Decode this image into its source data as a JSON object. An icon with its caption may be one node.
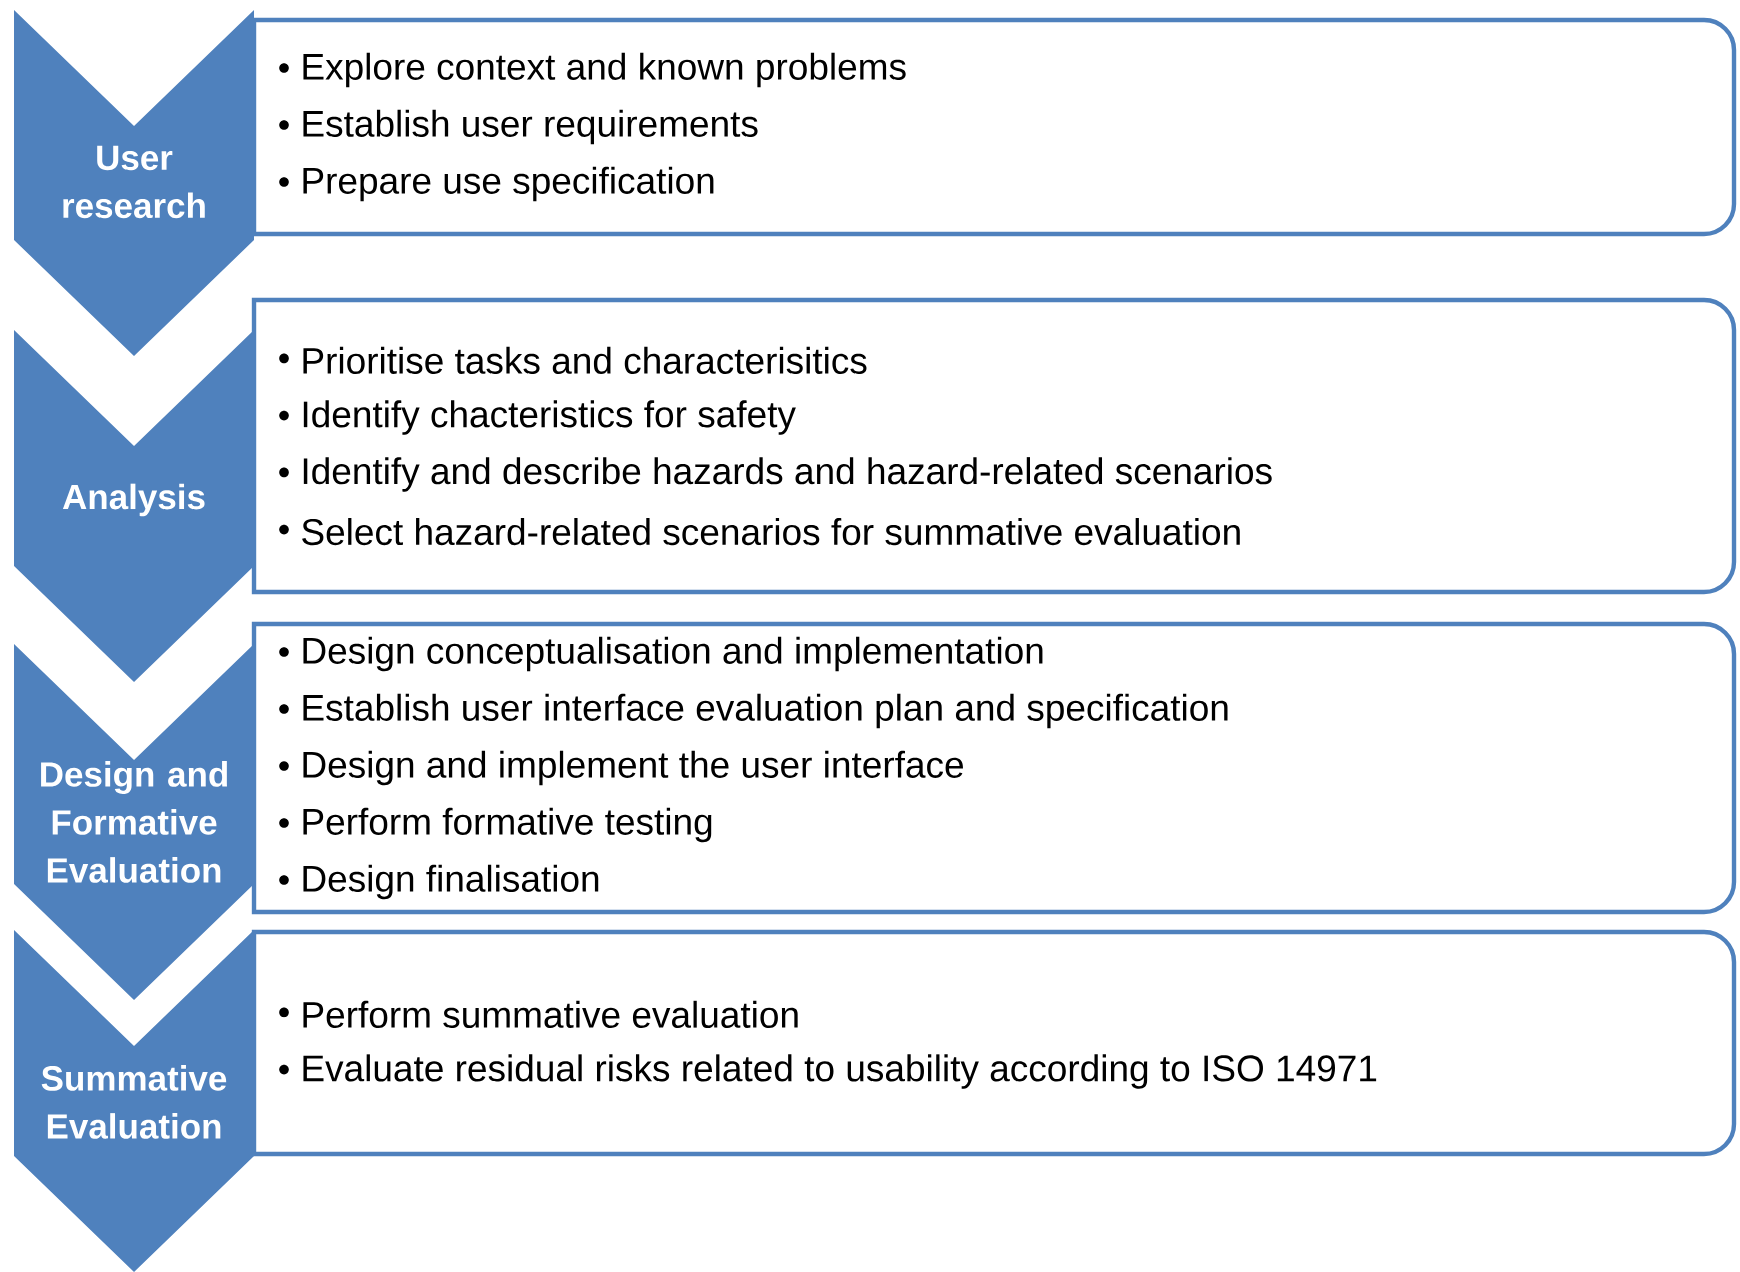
{
  "diagram": {
    "nodes": [
      {
        "text": [
          "User research"
        ]
      },
      {
        "text": [
          "Explore context and known problems",
          "Establish user requirements",
          "Prepare use specification"
        ]
      },
      {
        "text": [
          "Analysis"
        ]
      },
      {
        "text": [
          "Prioritise tasks and characterisitics",
          "Identify chacteristics for safety",
          "Identify and describe hazards and hazard-related scenarios",
          "Select hazard-related scenarios for summative evaluation"
        ]
      },
      {
        "text": [
          "Design and Formative Evaluation"
        ]
      },
      {
        "text": [
          "Design conceptualisation and implementation",
          "Establish user interface evaluation plan and specification",
          "Design and implement the user interface",
          "Perform formative testing",
          "Design finalisation"
        ]
      },
      {
        "text": [
          "Summative Evaluation"
        ]
      },
      {
        "text": [
          "Perform summative evaluation",
          "Evaluate residual risks related to usability according to ISO 14971"
        ]
      }
    ]
  }
}
